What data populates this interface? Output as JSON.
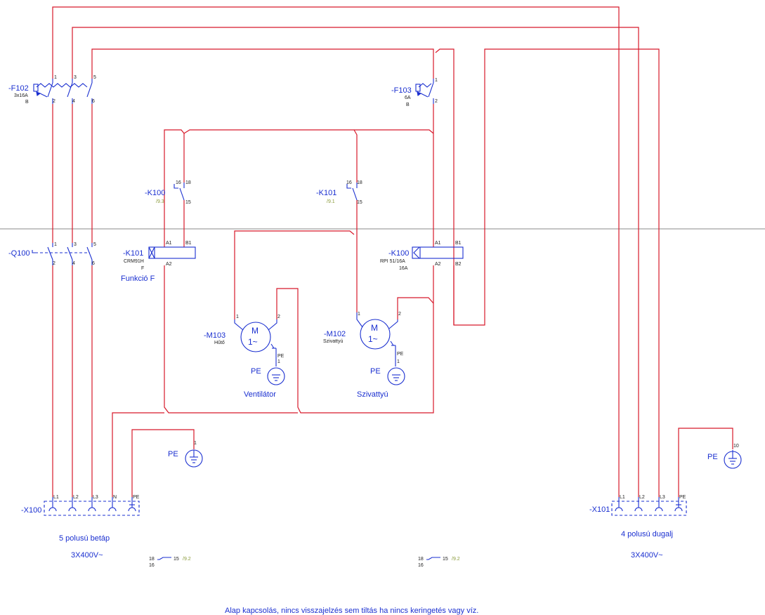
{
  "devices": {
    "f102": {
      "tag": "-F102",
      "rating": "3x16A",
      "type": "B",
      "pins_top": [
        "1",
        "3",
        "5"
      ],
      "pins_bottom": [
        "2",
        "4",
        "6"
      ]
    },
    "f103": {
      "tag": "-F103",
      "rating": "6A",
      "type": "B",
      "pin_top": "1",
      "pin_bottom": "2"
    },
    "k100_contact": {
      "tag": "-K100",
      "ref": "/9.3",
      "pin_a": "16",
      "pin_b": "18",
      "pin_c": "15"
    },
    "k101_contact": {
      "tag": "-K101",
      "ref": "/9.1",
      "pin_a": "16",
      "pin_b": "18",
      "pin_c": "15"
    },
    "q100": {
      "tag": "-Q100",
      "pins_top": [
        "1",
        "3",
        "5"
      ],
      "pins_bottom": [
        "2",
        "4",
        "6"
      ]
    },
    "k101_coil": {
      "tag": "-K101",
      "model": "CRM91H",
      "mode": "F",
      "function": "Funkció F",
      "pin_a1": "A1",
      "pin_a2": "A2",
      "pin_b1": "B1"
    },
    "k100_coil": {
      "tag": "-K100",
      "model": "RPI 51/16A",
      "rating": "16A",
      "pin_a1": "A1",
      "pin_a2": "A2",
      "pin_b1": "B1",
      "pin_b2": "B2"
    },
    "m103": {
      "tag": "-M103",
      "desc": "Hűtő",
      "symbol": "M",
      "phase": "1~",
      "pin1": "1",
      "pin2": "2",
      "pe_pin": "PE",
      "pe_num": "1",
      "pe_label": "PE",
      "name": "Ventilátor"
    },
    "m102": {
      "tag": "-M102",
      "desc": "Szivattyú",
      "symbol": "M",
      "phase": "1~",
      "pin1": "1",
      "pin2": "2",
      "pe_pin": "PE",
      "pe_num": "1",
      "pe_label": "PE",
      "name": "Szivattyú"
    },
    "pe_main": {
      "label": "PE",
      "pin": "1"
    },
    "pe_right": {
      "label": "PE",
      "pin": "10"
    },
    "x100": {
      "tag": "-X100",
      "terminals": [
        "L1",
        "L2",
        "L3",
        "N",
        "PE"
      ],
      "desc": "5 polusú betáp",
      "voltage": "3X400V~"
    },
    "x101": {
      "tag": "-X101",
      "terminals": [
        "L1",
        "L2",
        "L3",
        "PE"
      ],
      "desc": "4 polusú dugalj",
      "voltage": "3X400V~"
    },
    "xref_left": {
      "a": "18",
      "b": "16",
      "c": "15",
      "ref": "/9.2"
    },
    "xref_mid": {
      "a": "18",
      "b": "16",
      "c": "15",
      "ref": "/9.2"
    }
  },
  "footer": "Alap kapcsolás, nincs visszajelzés sem tiltás ha nincs keringetés vagy víz.",
  "colors": {
    "wire": "#d7192a",
    "symbol": "#1a2fd0",
    "separator": "#8a8a8a",
    "xref": "#8a9a3a"
  }
}
